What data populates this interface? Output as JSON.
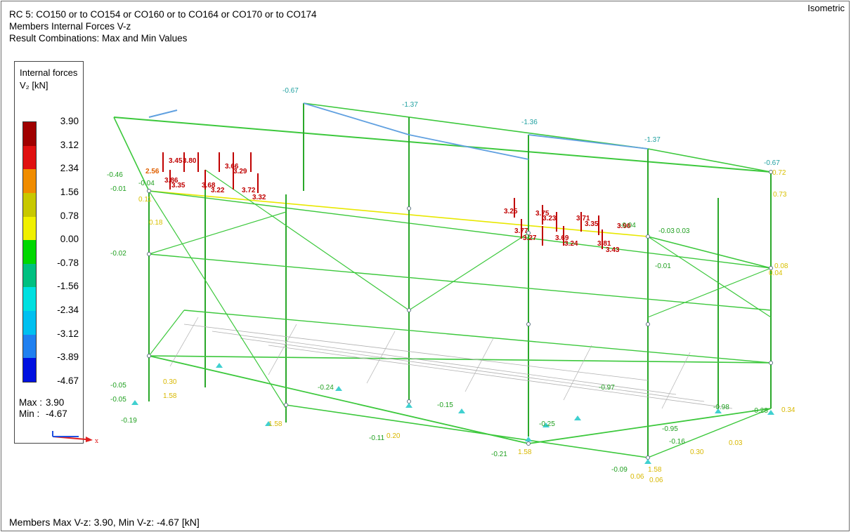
{
  "header": {
    "line1": "RC 5: CO150 or to CO154 or CO160 or to CO164 or CO170 or to CO174",
    "line2": "Members Internal Forces V-z",
    "line3": "Result Combinations: Max and Min Values"
  },
  "view_label": "Isometric",
  "legend": {
    "title_line1": "Internal forces",
    "title_line2": "V₂ [kN]",
    "levels": [
      {
        "value": "3.90",
        "color": "#a00000"
      },
      {
        "value": "3.12",
        "color": "#e01010"
      },
      {
        "value": "2.34",
        "color": "#f08c00"
      },
      {
        "value": "1.56",
        "color": "#c8c800"
      },
      {
        "value": "0.78",
        "color": "#f0f000"
      },
      {
        "value": "0.00",
        "color": "#00d800"
      },
      {
        "value": "-0.78",
        "color": "#00c080"
      },
      {
        "value": "-1.56",
        "color": "#00e0e0"
      },
      {
        "value": "-2.34",
        "color": "#00c0f0"
      },
      {
        "value": "-3.12",
        "color": "#2080f0"
      },
      {
        "value": "-3.89",
        "color": "#0010e0"
      },
      {
        "value": "-4.67",
        "color": "#0000a0"
      }
    ],
    "max_label": "Max :",
    "max_value": "3.90",
    "min_label": "Min :",
    "min_value": "-4.67"
  },
  "axis": {
    "x_label": "x"
  },
  "footer": "Members Max V-z: 3.90, Min V-z: -4.67 [kN]",
  "labels": {
    "top_front": [
      "-0.67",
      "-1.37",
      "-1.36",
      "-1.37",
      "-0.67",
      "0.72"
    ],
    "red_left": [
      "3.45",
      "3.80",
      "3.66",
      "3.29",
      "3.86",
      "3.35",
      "3.68",
      "3.22",
      "3.72",
      "3.32",
      "2.56"
    ],
    "red_right": [
      "3.25",
      "3.75",
      "3.23",
      "3.71",
      "3.35",
      "3.77",
      "3.27",
      "3.69",
      "3.24",
      "3.81",
      "3.43",
      "3.90"
    ],
    "mid_left": [
      "-0.01",
      "-0.04",
      "-0.46",
      "-0.02",
      "0.18",
      "0.11"
    ],
    "mid_right": [
      "-0.04",
      "-0.03",
      "0.03",
      "0.73",
      "0.08",
      "0.04",
      "-0.01"
    ],
    "bottom_neg": [
      "-0.05",
      "-0.05",
      "-0.19",
      "-0.11",
      "-0.21",
      "-0.09",
      "-0.24",
      "-0.15",
      "-0.97",
      "-0.95",
      "-0.98",
      "-0.16",
      "-0.28",
      "-0.25"
    ],
    "bottom_pos": [
      "1.58",
      "0.30",
      "1.58",
      "0.20",
      "1.58",
      "1.58",
      "0.34",
      "0.30",
      "0.03",
      "0.06",
      "0.06"
    ]
  }
}
